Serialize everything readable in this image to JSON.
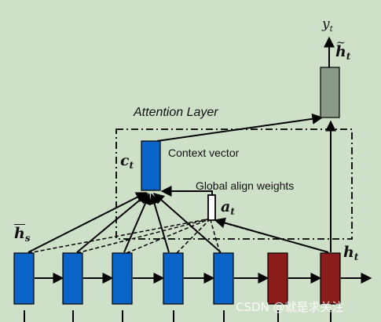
{
  "labels": {
    "attention_layer": "Attention Layer",
    "context_vector": "Context vector",
    "global_align_weights": "Global align weights",
    "c_t_main": "c",
    "c_t_sub": "t",
    "a_t_main": "a",
    "a_t_sub": "t",
    "h_s_main": "h",
    "h_s_sub": "s",
    "h_t_main": "h",
    "h_t_sub": "t",
    "htilde_main": "h",
    "htilde_sub": "t",
    "y_t_main": "y",
    "y_t_sub": "t"
  },
  "watermark": "CSDN @就是求关注",
  "colors": {
    "background": "#cfe0c8",
    "encoder_block": "#0a64c8",
    "decoder_block": "#8b1c1c",
    "output_block": "#8a9a88",
    "line": "#000000"
  }
}
